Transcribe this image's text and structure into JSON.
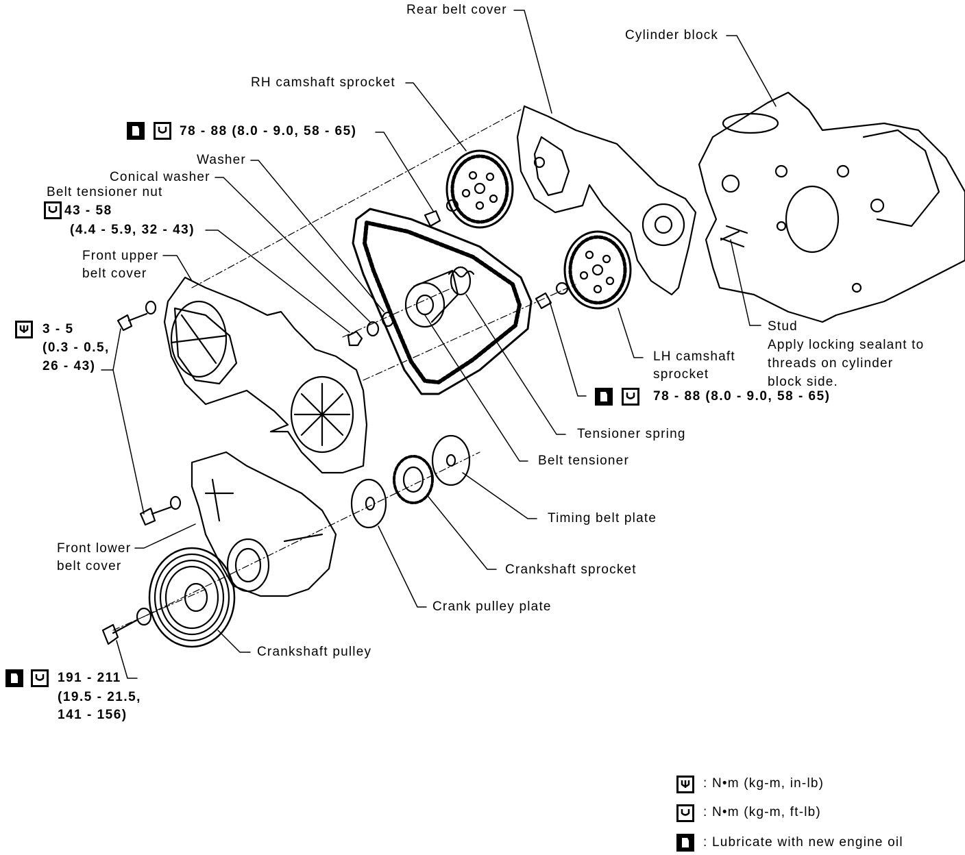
{
  "labels": {
    "rear_belt_cover": "Rear belt cover",
    "cylinder_block": "Cylinder block",
    "rh_camshaft_sprocket": "RH camshaft sprocket",
    "washer": "Washer",
    "conical_washer": "Conical washer",
    "belt_tensioner_nut": "Belt tensioner nut",
    "front_upper_belt_cover_1": "Front upper",
    "front_upper_belt_cover_2": "belt cover",
    "lh_camshaft_sprocket_1": "LH camshaft",
    "lh_camshaft_sprocket_2": "sprocket",
    "tensioner_spring": "Tensioner spring",
    "belt_tensioner": "Belt tensioner",
    "timing_belt_plate": "Timing belt plate",
    "front_lower_belt_cover_1": "Front lower",
    "front_lower_belt_cover_2": "belt cover",
    "crankshaft_sprocket": "Crankshaft sprocket",
    "crank_pulley_plate": "Crank pulley plate",
    "crankshaft_pulley": "Crankshaft pulley",
    "stud_1": "Stud",
    "stud_2": "Apply locking sealant to",
    "stud_3": "threads on cylinder",
    "stud_4": "block side."
  },
  "torques": {
    "rh_cam_bolt": "78 - 88 (8.0 - 9.0, 58 - 65)",
    "lh_cam_bolt": "78 - 88 (8.0 - 9.0, 58 - 65)",
    "tensioner_nut_1": "43 - 58",
    "tensioner_nut_2": "(4.4 - 5.9, 32 - 43)",
    "cover_bolt_1": "3 - 5",
    "cover_bolt_2": "(0.3 - 0.5,",
    "cover_bolt_3": "26 - 43)",
    "crank_bolt_1": "191 - 211",
    "crank_bolt_2": "(19.5 - 21.5,",
    "crank_bolt_3": "141 - 156)"
  },
  "legend": {
    "in_lb": ": N•m (kg-m, in-lb)",
    "ft_lb": ": N•m (kg-m, ft-lb)",
    "lube": ": Lubricate with new engine oil"
  }
}
